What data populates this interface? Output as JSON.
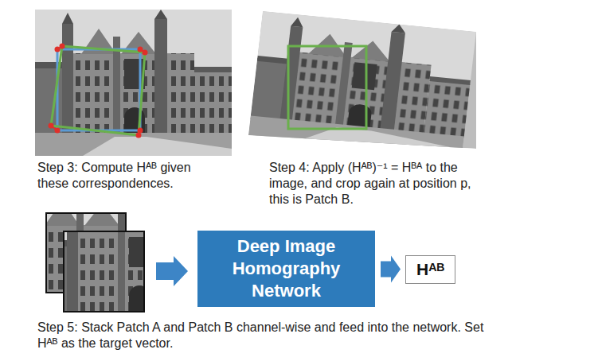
{
  "diagram": {
    "nodes": [
      {
        "text": [
          "Deep Image Homography Network"
        ]
      },
      {
        "text": [
          "Hᴬᴮ"
        ]
      }
    ],
    "edges": [
      {
        "from": 0,
        "to": 1,
        "arrow": "to"
      }
    ],
    "labels": [
      "Step 3: Compute Hᴬᴮ given these correspondences.",
      "Step 4: Apply (Hᴬᴮ)⁻¹ = Hᴮᴬ to the image, and crop again at position p, this is Patch B.",
      "Step 5: Stack Patch A and Patch B channel-wise and feed into the network. Set Hᴬᴮ as the target vector."
    ]
  }
}
